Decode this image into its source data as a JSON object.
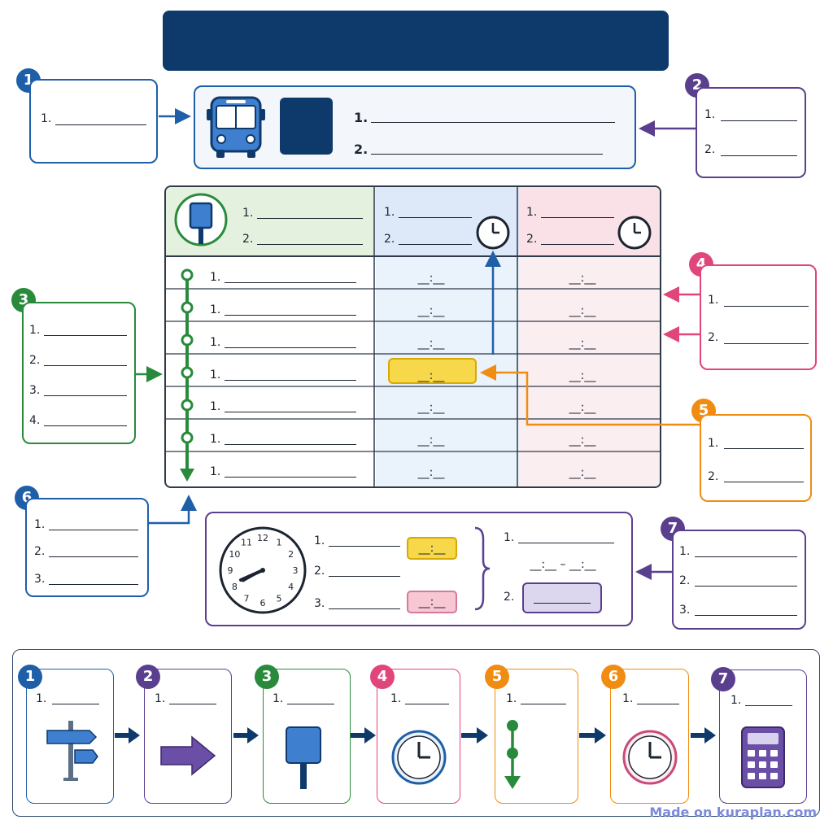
{
  "header": {
    "title": ""
  },
  "numbers": [
    "1",
    "2",
    "3",
    "4",
    "5",
    "6",
    "7"
  ],
  "items": {
    "one": "1.",
    "two": "2.",
    "three": "3.",
    "four": "4."
  },
  "time_blank": "__:__",
  "time_range": "__:__ – __:__",
  "clock_numbers": [
    "12",
    "1",
    "2",
    "3",
    "4",
    "5",
    "6",
    "7",
    "8",
    "9",
    "10",
    "11"
  ],
  "watermark": "Made on kuraplan.com",
  "colors": {
    "navy": "#0e3a6b",
    "blue": "#1f5fa8",
    "purple": "#5b3f8f",
    "green": "#2a8a3c",
    "pink": "#e0457b",
    "orange": "#f08c12",
    "yellow": "#f7d84a"
  }
}
